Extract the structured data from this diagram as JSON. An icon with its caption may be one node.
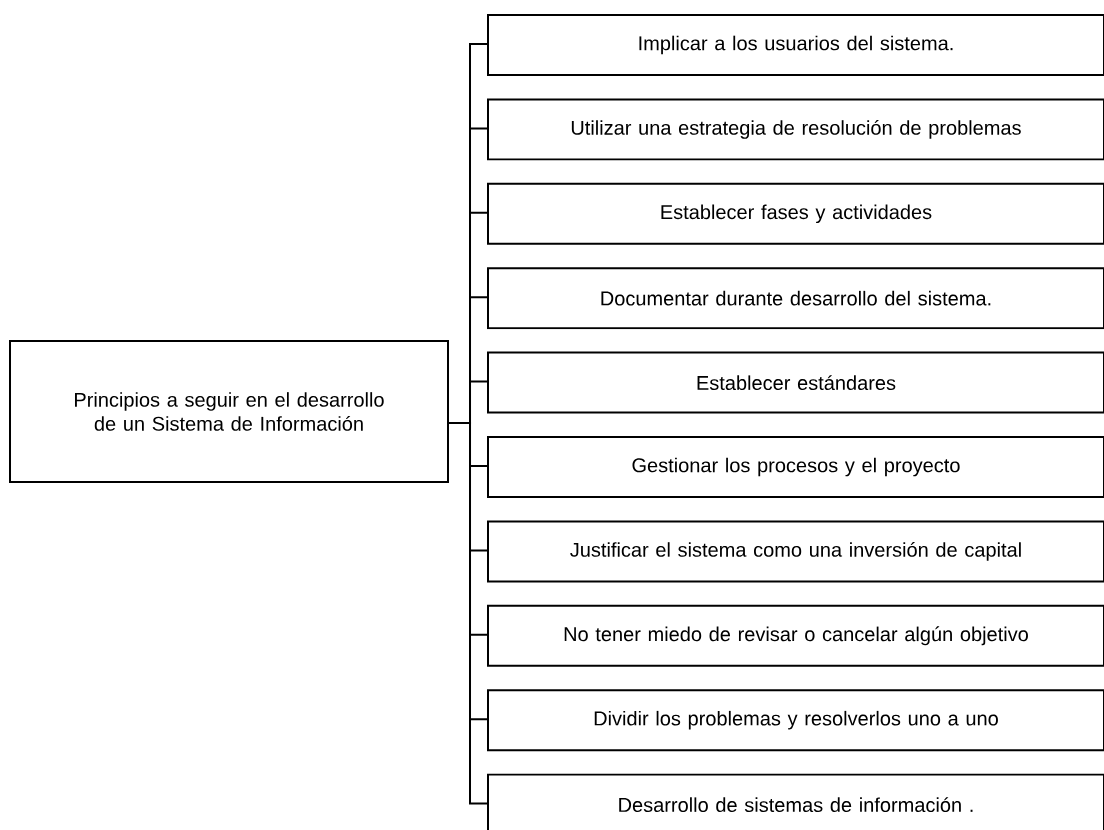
{
  "diagram": {
    "nodes": [
      {
        "text": [
          "Principios a seguir en el desarrollo de un Sistema de Información"
        ]
      },
      {
        "text": [
          "Implicar a los usuarios del sistema."
        ]
      },
      {
        "text": [
          "Utilizar una estrategia de resolución de problemas"
        ]
      },
      {
        "text": [
          "Establecer fases y actividades"
        ]
      },
      {
        "text": [
          "Documentar durante desarrollo del sistema."
        ]
      },
      {
        "text": [
          "Establecer estándares"
        ]
      },
      {
        "text": [
          "Gestionar los procesos y el proyecto"
        ]
      },
      {
        "text": [
          "Justificar el sistema como una inversión de capital"
        ]
      },
      {
        "text": [
          "No tener miedo de revisar o cancelar algún objetivo"
        ]
      },
      {
        "text": [
          "Dividir los problemas y resolverlos uno a uno"
        ]
      },
      {
        "text": [
          "Desarrollo de sistemas de información ."
        ]
      }
    ],
    "edges": [
      {
        "from": 0,
        "to": 1,
        "arrow": "none"
      },
      {
        "from": 0,
        "to": 2,
        "arrow": "none"
      },
      {
        "from": 0,
        "to": 3,
        "arrow": "none"
      },
      {
        "from": 0,
        "to": 4,
        "arrow": "none"
      },
      {
        "from": 0,
        "to": 5,
        "arrow": "none"
      },
      {
        "from": 0,
        "to": 6,
        "arrow": "none"
      },
      {
        "from": 0,
        "to": 7,
        "arrow": "none"
      },
      {
        "from": 0,
        "to": 8,
        "arrow": "none"
      },
      {
        "from": 0,
        "to": 9,
        "arrow": "none"
      },
      {
        "from": 0,
        "to": 10,
        "arrow": "none"
      }
    ]
  }
}
